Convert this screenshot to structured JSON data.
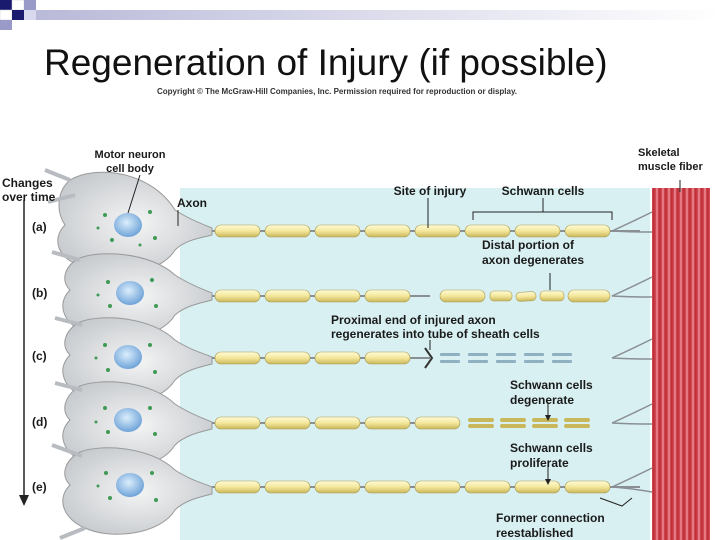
{
  "slide": {
    "title": "Regeneration of Injury (if possible)",
    "copyright": "Copyright © The McGraw-Hill Companies, Inc. Permission required for reproduction or display."
  },
  "figure": {
    "motor_neuron": [
      "Motor neuron",
      "cell body"
    ],
    "changes": [
      "Changes",
      "over time"
    ],
    "axon": "Axon",
    "site_of_injury": "Site of injury",
    "schwann_cells": "Schwann cells",
    "skeletal_muscle": [
      "Skeletal",
      "muscle fiber"
    ],
    "stages": [
      "(a)",
      "(b)",
      "(c)",
      "(d)",
      "(e)"
    ],
    "annotations": {
      "distal": [
        "Distal portion of",
        "axon degenerates"
      ],
      "proximal": [
        "Proximal end of injured axon",
        "regenerates into tube of sheath cells"
      ],
      "degenerate": [
        "Schwann cells",
        "degenerate"
      ],
      "proliferate": [
        "Schwann cells",
        "proliferate"
      ],
      "former": [
        "Former connection",
        "reestablished"
      ]
    }
  }
}
